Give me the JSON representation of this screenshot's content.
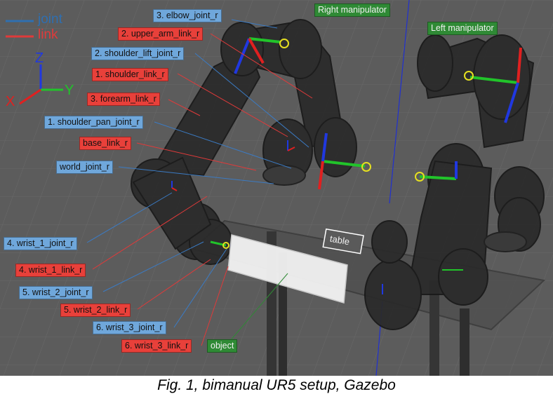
{
  "legend": {
    "joint": "joint",
    "link": "link"
  },
  "axes": {
    "z": "Z",
    "x": "X",
    "y": "Y"
  },
  "labels": {
    "right_manipulator": "Right manipulator",
    "left_manipulator": "Left manipulator",
    "elbow_joint_r": "3. elbow_joint_r",
    "upper_arm_link_r": "2. upper_arm_link_r",
    "shoulder_lift_joint_r": "2. shoulder_lift_joint_r",
    "shoulder_link_r": "1. shoulder_link_r",
    "forearm_link_r": "3. forearm_link_r",
    "shoulder_pan_joint_r": "1. shoulder_pan_joint_r",
    "base_link_r": "base_link_r",
    "world_joint_r": "world_joint_r",
    "wrist_1_joint_r": "4. wrist_1_joint_r",
    "wrist_1_link_r": "4. wrist_1_link_r",
    "wrist_2_joint_r": "5. wrist_2_joint_r",
    "wrist_2_link_r": "5. wrist_2_link_r",
    "wrist_3_joint_r": "6. wrist_3_joint_r",
    "wrist_3_link_r": "6. wrist_3_link_r",
    "object": "object",
    "table": "table"
  },
  "caption": "Fig. 1, bimanual UR5 setup, Gazebo",
  "colors": {
    "joint": "#6fa7db",
    "link": "#e8403a",
    "background": "#5c5c5c"
  }
}
